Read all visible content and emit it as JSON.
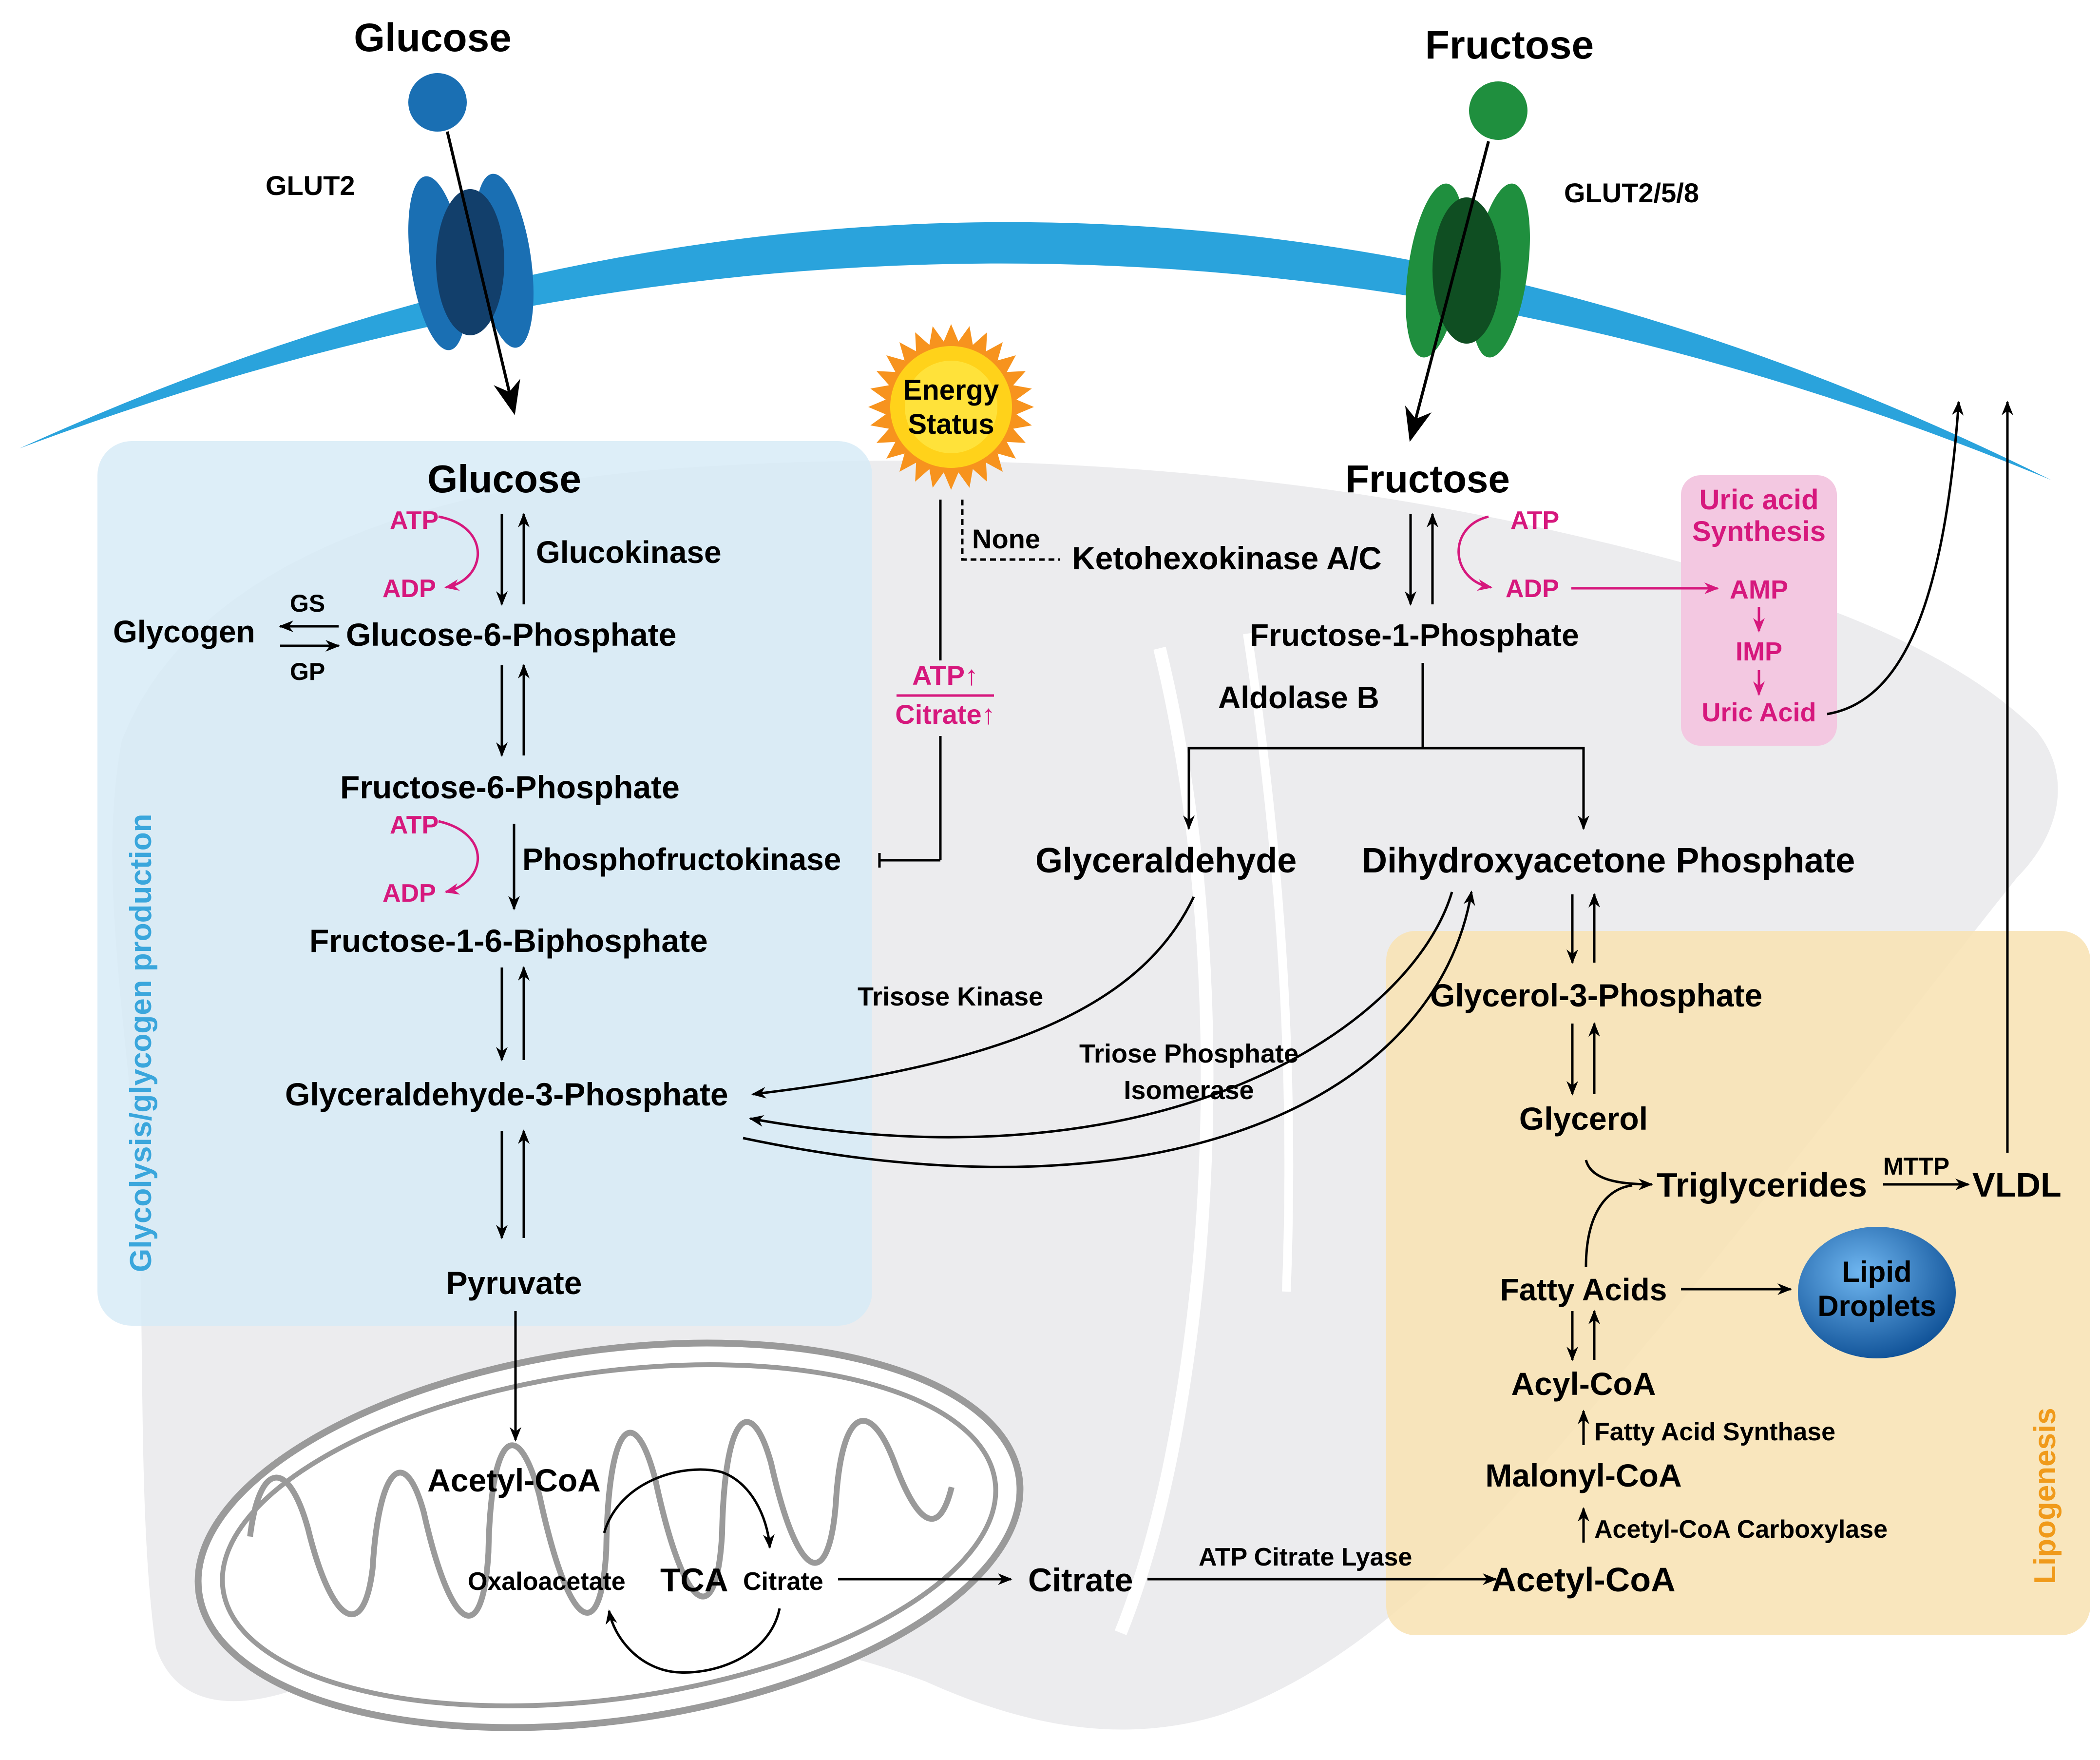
{
  "colors": {
    "membrane": "#2aa3dc",
    "glucose_transporter": "#1a6fb3",
    "glucose_transporter_dark": "#123f6b",
    "fructose_transporter": "#1f8f3e",
    "fructose_transporter_dark": "#0f4e22",
    "glycolysis_box": "#d6eaf6",
    "glycolysis_label": "#3aa6dc",
    "lipogenesis_box": "#f8e2b4",
    "lipogenesis_label": "#f09a1a",
    "uric_box": "#f3c8e1",
    "magenta": "#d6187d",
    "liver_silhouette": "#ececee",
    "energy_star_outer": "#f7931e",
    "energy_star_inner": "#ffe23a",
    "lipid_droplet": "#1d72c2"
  },
  "icons": {
    "energy": "starburst-icon",
    "lipid": "lipid-droplet-icon",
    "mitochondrion": "mitochondrion-icon",
    "liver": "liver-silhouette-icon",
    "transporter": "membrane-transporter-icon"
  },
  "labels": {
    "glucose_top": "Glucose",
    "fructose_top": "Fructose",
    "glut2": "GLUT2",
    "glut258": "GLUT2/5/8",
    "energy_line1": "Energy",
    "energy_line2": "Status",
    "none": "None",
    "glucose_in": "Glucose",
    "atp_glc": "ATP",
    "adp_glc": "ADP",
    "glucokinase": "Glucokinase",
    "gs": "GS",
    "gp": "GP",
    "glycogen": "Glycogen",
    "g6p": "Glucose-6-Phosphate",
    "f6p": "Fructose-6-Phosphate",
    "atp_pfk": "ATP",
    "adp_pfk": "ADP",
    "pfk": "Phosphofructokinase",
    "f16bp": "Fructose-1-6-Biphosphate",
    "g3p": "Glyceraldehyde-3-Phosphate",
    "pyruvate": "Pyruvate",
    "acetylcoa_mito": "Acetyl-CoA",
    "oxaloacetate": "Oxaloacetate",
    "tca": "TCA",
    "citrate_mito": "Citrate",
    "citrate_cyto": "Citrate",
    "atp_citrate_lyase": "ATP Citrate Lyase",
    "acetylcoa_lipo": "Acetyl-CoA",
    "atp_up": "ATP↑",
    "citrate_up": "Citrate↑",
    "fructose_in": "Fructose",
    "atp_fru": "ATP",
    "adp_fru": "ADP",
    "khk": "Ketohexokinase A/C",
    "f1p": "Fructose-1-Phosphate",
    "aldolase_b": "Aldolase B",
    "glyceraldehyde": "Glyceraldehyde",
    "dhap": "Dihydroxyacetone Phosphate",
    "trisose_kinase": "Trisose Kinase",
    "tpi_line1": "Triose Phosphate",
    "tpi_line2": "Isomerase",
    "uric_title1": "Uric acid",
    "uric_title2": "Synthesis",
    "amp": "AMP",
    "imp": "IMP",
    "uric_acid": "Uric Acid",
    "glycerol3p": "Glycerol-3-Phosphate",
    "glycerol": "Glycerol",
    "triglycerides": "Triglycerides",
    "mttp": "MTTP",
    "vldl": "VLDL",
    "fatty_acids": "Fatty Acids",
    "lipid_line1": "Lipid",
    "lipid_line2": "Droplets",
    "acylcoa": "Acyl-CoA",
    "fatty_acid_synthase": "Fatty Acid Synthase",
    "malonylcoa": "Malonyl-CoA",
    "acc": "Acetyl-CoA Carboxylase",
    "glycolysis_side": "Glycolysis/glycogen production",
    "lipogenesis_side": "Lipogenesis"
  }
}
